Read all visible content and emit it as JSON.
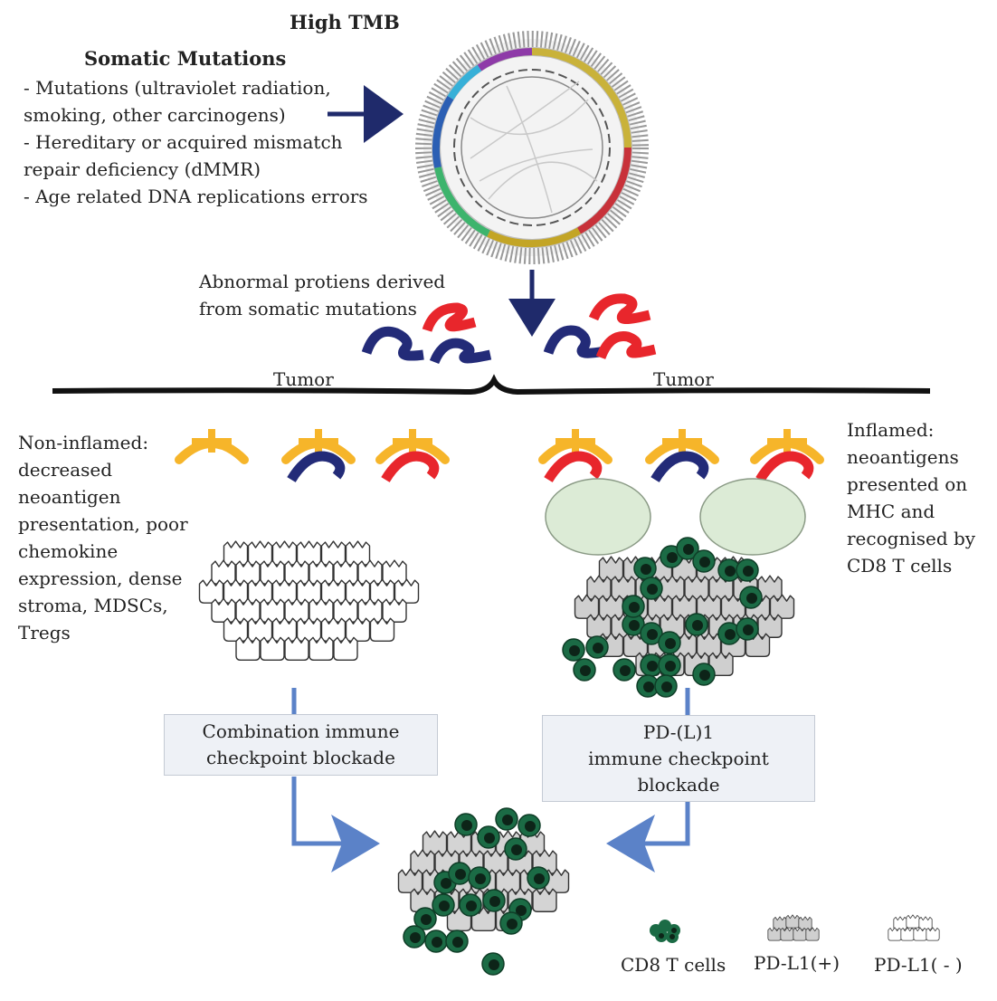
{
  "header": {
    "title": "High TMB"
  },
  "mutations": {
    "heading": "Somatic Mutations",
    "items": [
      " - Mutations (ultraviolet radiation,",
      "smoking, other carcinogens)",
      " - Hereditary or acquired mismatch",
      "repair deficiency (dMMR)",
      " - Age related DNA replications errors"
    ]
  },
  "proteins": {
    "line1": "Abnormal protiens derived",
    "line2": "from somatic mutations"
  },
  "tumor": {
    "left_label": "Tumor",
    "right_label": "Tumor"
  },
  "non_inflamed": {
    "lines": [
      "Non-inflamed:",
      "decreased",
      "neoantigen",
      "presentation, poor",
      "chemokine",
      "expression, dense",
      "stroma, MDSCs,",
      "Tregs"
    ]
  },
  "inflamed": {
    "lines": [
      "Inflamed:",
      "neoantigens",
      "presented on",
      "MHC and",
      "recognised by",
      "CD8 T cells"
    ]
  },
  "therapy": {
    "left": [
      "Combination immune",
      "checkpoint blockade"
    ],
    "right": [
      "PD-(L)1",
      "immune checkpoint",
      "blockade"
    ]
  },
  "legend": {
    "cd8": "CD8 T cells",
    "pdl1_pos": "PD-L1(+)",
    "pdl1_neg": "PD-L1( - )"
  },
  "colors": {
    "navy": "#1f2a6b",
    "protein_red": "#e8262c",
    "protein_blue": "#232b78",
    "mhc_yellow": "#f6b52a",
    "tcell_green": "#1b6b45",
    "tcell_core": "#0d2418",
    "arrow_blue": "#5b82c8",
    "ellipse_fill": "#dcebd6"
  },
  "icons": [
    "dna-genome-circle-icon",
    "down-arrow-icon",
    "right-arrow-icon",
    "mhc-receptor-icon",
    "t-cell-icon",
    "tumor-cell-icon"
  ]
}
